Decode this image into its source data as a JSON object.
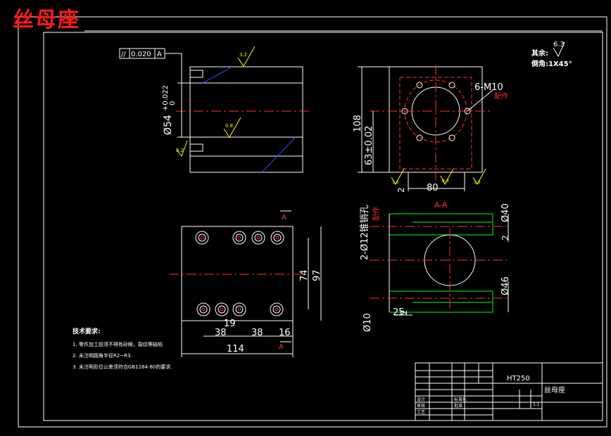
{
  "title": "丝母座",
  "tolerance_frame": {
    "symbol": "//",
    "value": "0.020",
    "datum": "A"
  },
  "surface_finish": {
    "main": "6.3",
    "top": "3.2",
    "mid": "0.8",
    "left": "3.2",
    "bottom_a": "1.6",
    "bottom_b": "6.3",
    "bottom_c": "1.6"
  },
  "notes_right": {
    "line1": "其余:",
    "line2": "倒角:1X45°"
  },
  "dims_left_view": {
    "diameter": "Ø54",
    "tol_upper": "+0.022",
    "tol_lower": "0"
  },
  "dims_right_view": {
    "height": "108",
    "center": "63±0.02",
    "width": "80",
    "small": "2",
    "thread": "6-M10",
    "thread_note": "配作"
  },
  "section": {
    "label": "A-A",
    "hole": "2-Ø12锥销孔",
    "hole_note": "配作",
    "d1": "Ø40",
    "d1_small": "2",
    "d2": "Ø46",
    "d3": "Ø10",
    "len": "25",
    "small_s": "2"
  },
  "dims_bottom_view": {
    "h1": "74",
    "h2": "97",
    "a": "19",
    "b": "38",
    "c": "38",
    "d": "16",
    "total": "114",
    "section_mark": "A"
  },
  "tech_notes": {
    "heading": "技术要求:",
    "items": [
      "1. 零件加工前须不得有砂眼，裂纹等缺陷.",
      "2. 未注明圆角半径R2~R3.",
      "3. 未注明形位公差须符合GB1184-80的要求."
    ]
  },
  "title_block": {
    "material": "HT250",
    "name": "丝母座",
    "scale": "1:1",
    "row_labels": [
      "设计",
      "审核",
      "工艺"
    ],
    "sign_labels": [
      "标准化",
      "批准"
    ]
  }
}
